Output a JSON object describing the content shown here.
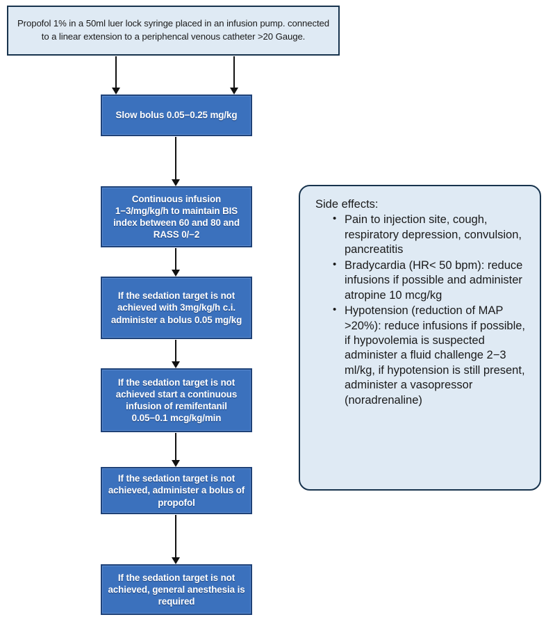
{
  "diagram": {
    "title": "Propofol sedation protocol flowchart",
    "colors": {
      "box_fill_light": "#dfeaf4",
      "box_border_dark": "#17334d",
      "process_fill": "#3b71bd",
      "process_border": "#1f4278",
      "process_text": "#ffffff",
      "arrow": "#111111"
    },
    "header": {
      "text": "Propofol 1% in a 50ml luer lock syringe placed in an infusion pump. connected to a linear extension to a periphencal venous catheter >20 Gauge."
    },
    "steps": [
      {
        "id": "bolus",
        "text": "Slow bolus 0.05−0.25 mg/kg"
      },
      {
        "id": "infusion",
        "text": "Continuous infusion 1−3/mg/kg/h to maintain BIS index between 60 and 80 and RASS 0/−2"
      },
      {
        "id": "target-bolus",
        "text": "If the sedation target is not achieved with 3mg/kg/h c.i. administer a bolus 0.05 mg/kg"
      },
      {
        "id": "remifentanil",
        "text": "If the sedation target is not achieved start a continuous infusion of remifentanil 0.05−0.1 mcg/kg/min"
      },
      {
        "id": "propofol",
        "text": "If the sedation target is not achieved, administer a bolus of propofol"
      },
      {
        "id": "anesthesia",
        "text": "If the sedation target is not achieved, general anesthesia is required"
      }
    ],
    "side_effects": {
      "title": "Side effects:",
      "items": [
        "Pain to injection site, cough, respiratory depression, convulsion, pancreatitis",
        "Bradycardia (HR< 50 bpm): reduce infusions if possible and administer atropine 10 mcg/kg",
        "Hypotension (reduction of MAP >20%): reduce infusions if possible, if hypovolemia is suspected administer a fluid challenge 2−3 ml/kg, if hypotension is still present, administer a vasopressor (noradrenaline)"
      ]
    }
  }
}
